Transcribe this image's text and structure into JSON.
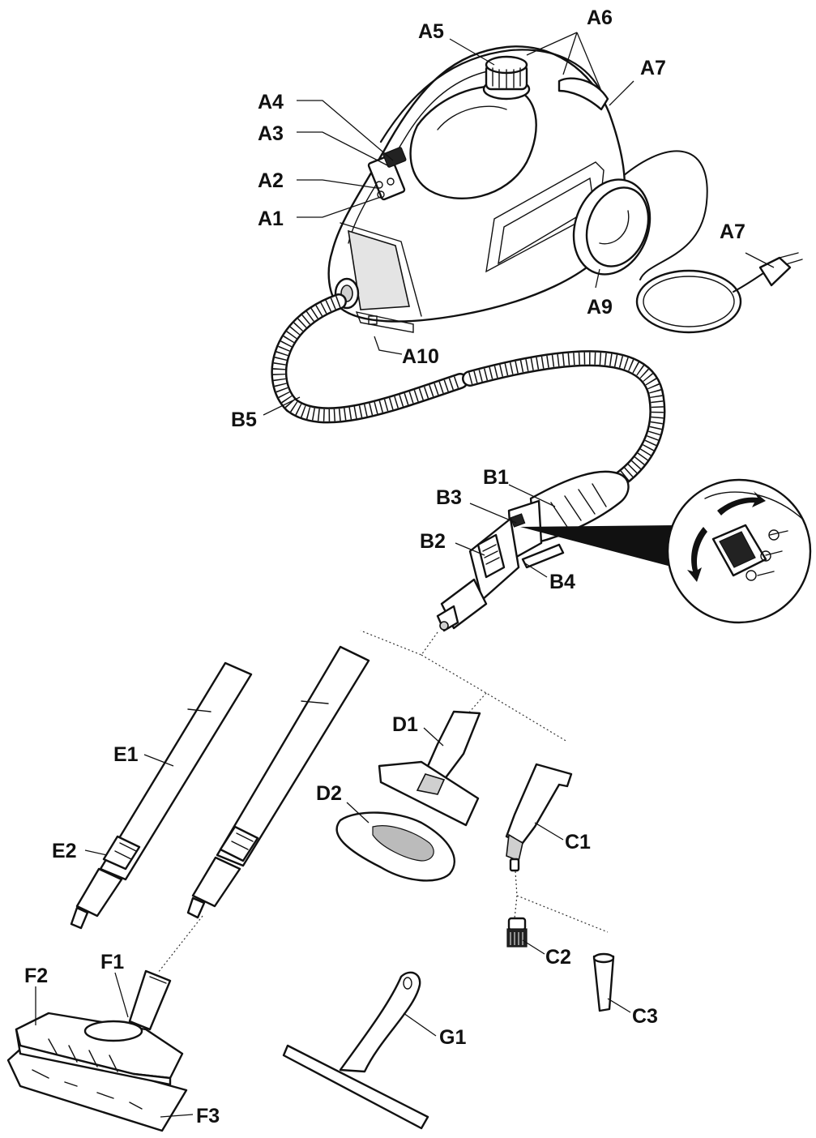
{
  "labels": {
    "A1": "A1",
    "A2": "A2",
    "A3": "A3",
    "A4": "A4",
    "A5": "A5",
    "A6": "A6",
    "A7_top": "A7",
    "A7_plug": "A7",
    "A9": "A9",
    "A10": "A10",
    "B1": "B1",
    "B2": "B2",
    "B3": "B3",
    "B4": "B4",
    "B5": "B5",
    "C1": "C1",
    "C2": "C2",
    "C3": "C3",
    "D1": "D1",
    "D2": "D2",
    "E1": "E1",
    "E2": "E2",
    "F1": "F1",
    "F2": "F2",
    "F3": "F3",
    "G1": "G1"
  }
}
